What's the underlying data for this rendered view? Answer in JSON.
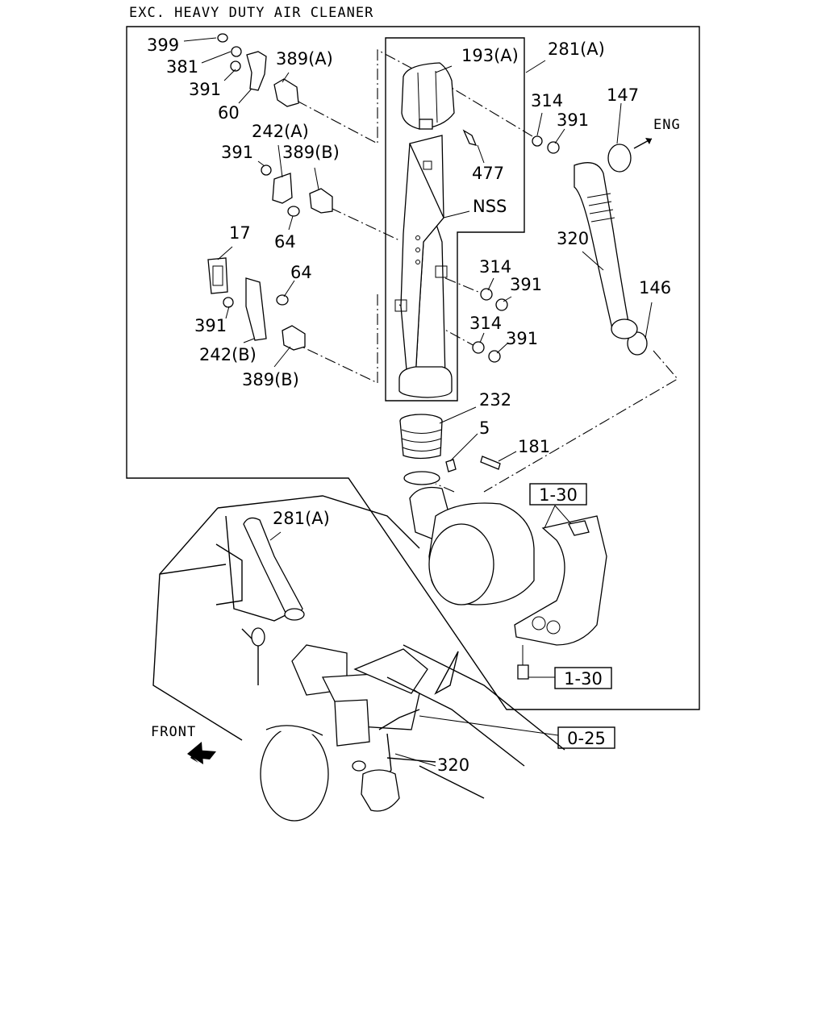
{
  "title": "EXC. HEAVY DUTY AIR CLEANER",
  "direction_labels": {
    "eng": "ENG",
    "front": "FRONT"
  },
  "part_labels": {
    "p399": "399",
    "p381": "381",
    "p391_a": "391",
    "p60": "60",
    "p389a": "389(A)",
    "p193a": "193(A)",
    "p281a_top": "281(A)",
    "p314_a": "314",
    "p391_b": "391",
    "p147": "147",
    "p477": "477",
    "p242a": "242(A)",
    "p391_c": "391",
    "p389b_top": "389(B)",
    "p64_a": "64",
    "pNSS": "NSS",
    "p320_top": "320",
    "p17": "17",
    "p64_b": "64",
    "p314_b": "314",
    "p391_d": "391",
    "p146": "146",
    "p391_e": "391",
    "p314_c": "314",
    "p391_f": "391",
    "p242b": "242(B)",
    "p389b_bot": "389(B)",
    "p232": "232",
    "p5": "5",
    "p181": "181",
    "p281a_bot": "281(A)",
    "p320_bot": "320"
  },
  "reference_boxes": {
    "ref_1_30_top": "1-30",
    "ref_1_30_bot": "1-30",
    "ref_0_25": "0-25"
  }
}
